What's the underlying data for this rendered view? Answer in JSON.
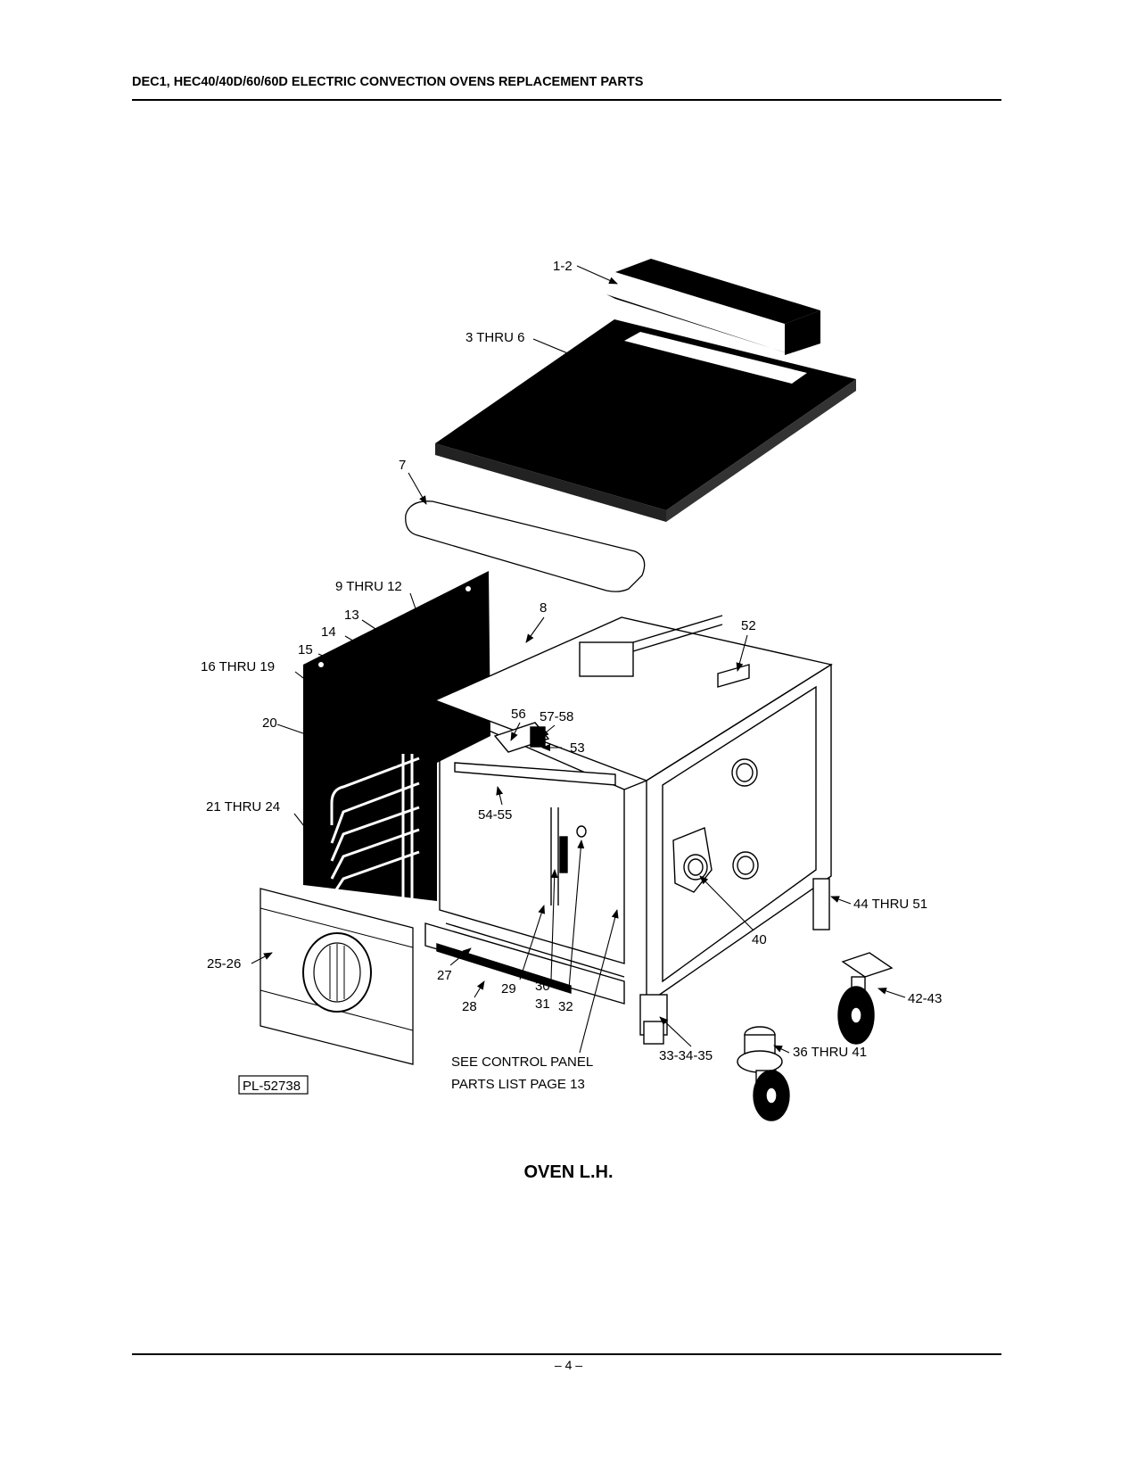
{
  "header": {
    "title": "DEC1, HEC40/40D/60/60D ELECTRIC CONVECTION OVENS REPLACEMENT PARTS"
  },
  "footer": {
    "page_number": "– 4 –"
  },
  "diagram": {
    "caption": "OVEN L.H.",
    "drawing_id": "PL-52738",
    "note_line1": "SEE CONTROL PANEL",
    "note_line2": "PARTS LIST PAGE 13",
    "callouts": {
      "c1": "1-2",
      "c2": "3 THRU 6",
      "c3": "7",
      "c4": "8",
      "c5": "9 THRU 12",
      "c6": "13",
      "c7": "14",
      "c8": "15",
      "c9": "16 THRU 19",
      "c10": "20",
      "c11": "21 THRU 24",
      "c12": "25-26",
      "c13": "27",
      "c14": "28",
      "c15": "29",
      "c16": "30",
      "c17": "31",
      "c18": "32",
      "c19": "33-34-35",
      "c20": "36 THRU 41",
      "c21": "40",
      "c22": "42-43",
      "c23": "44 THRU 51",
      "c24": "52",
      "c25": "53",
      "c26": "54-55",
      "c27": "56",
      "c28": "57-58"
    }
  }
}
